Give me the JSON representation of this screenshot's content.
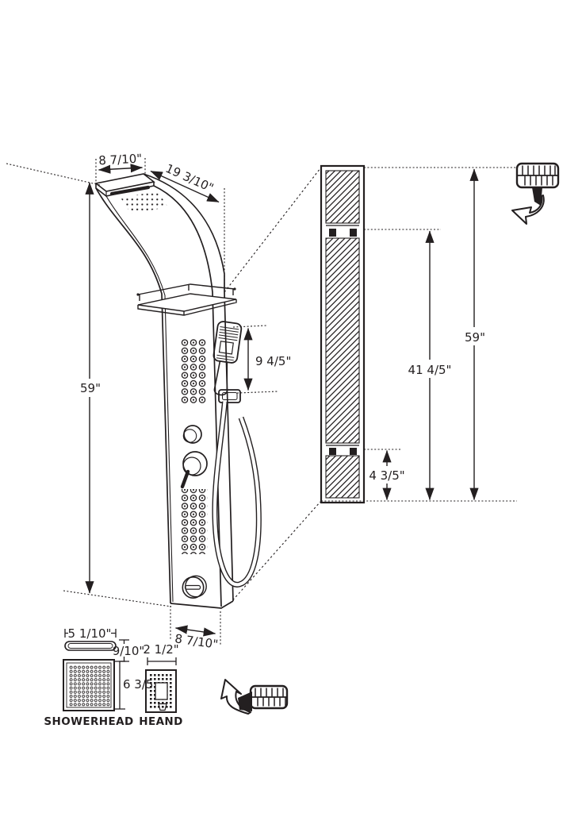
{
  "diagram": {
    "title_hint": "shower panel dimension drawing",
    "colors": {
      "line": "#231f20",
      "background": "#ffffff"
    },
    "front_view": {
      "top_width": "8 7/10\"",
      "diagonal_length": "19 3/10\"",
      "height": "59\"",
      "handshower_length": "9 4/5\"",
      "base_depth": "8 7/10\""
    },
    "side_view": {
      "height": "59\"",
      "upper_bracket_to_bottom": "41 4/5\"",
      "lower_bracket_to_bottom": "4 3/5\""
    },
    "showerhead_detail": {
      "waterfall_width": "5 1/10\"",
      "waterfall_height": "9/10\"",
      "face_size": "6 3/5",
      "label": "SHOWERHEAD"
    },
    "handshower_detail": {
      "width": "2 1/2\"",
      "label": "HEAND"
    },
    "icons": {
      "top_right": "measuring-tape-with-arrow",
      "bottom_center": "measuring-tape-with-arrow"
    }
  }
}
